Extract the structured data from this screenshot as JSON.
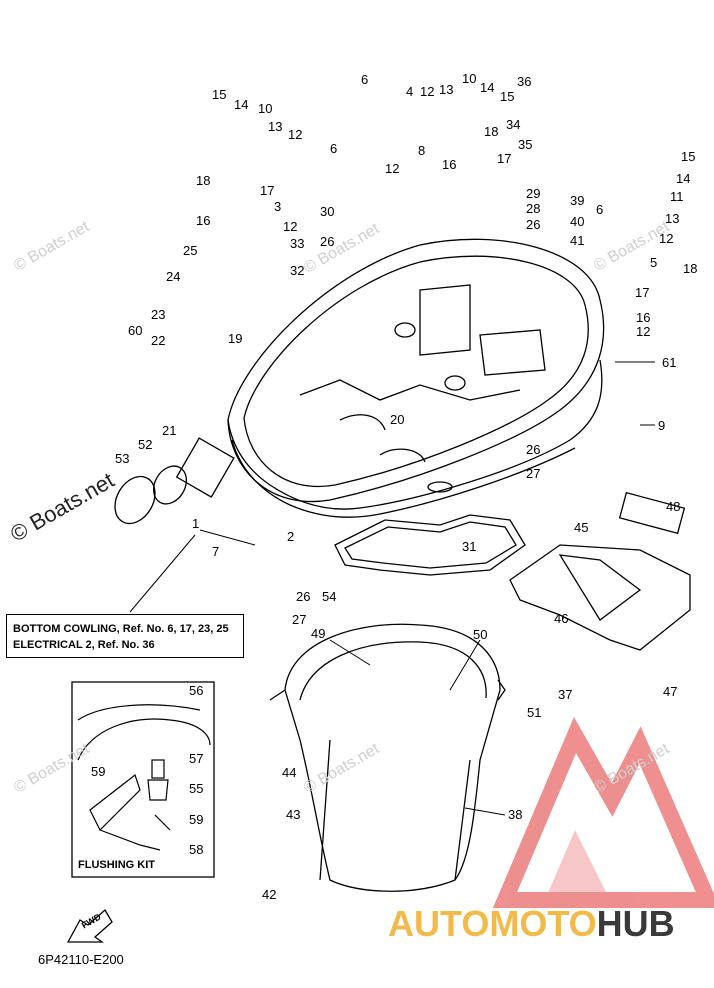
{
  "watermarks": {
    "site": "© Boats.net",
    "site_big": "© Boats.net"
  },
  "note_box": {
    "line1": "BOTTOM COWLING,  Ref. No. 6, 17, 23, 25",
    "line2": "ELECTRICAL 2,  Ref. No. 36"
  },
  "flushing_kit": {
    "label": "FLUSHING KIT"
  },
  "part_code": "6P42110-E200",
  "fwd_label": "FWD",
  "logo": {
    "text_a": "AUTOMOTO",
    "text_b": "HUB",
    "colors": {
      "triangle": "#e96a6a",
      "text_a": "#f2b94b",
      "text_b": "#3a3a3a"
    }
  },
  "callouts": {
    "c1": "1",
    "c2": "2",
    "c3": "3",
    "c4": "4",
    "c5": "5",
    "c6a": "6",
    "c6b": "6",
    "c6c": "6",
    "c7": "7",
    "c8": "8",
    "c9": "9",
    "c10a": "10",
    "c10b": "10",
    "c11": "11",
    "c12a": "12",
    "c12b": "12",
    "c12c": "12",
    "c12d": "12",
    "c12e": "12",
    "c12f": "12",
    "c13a": "13",
    "c13b": "13",
    "c13c": "13",
    "c14a": "14",
    "c14b": "14",
    "c14c": "14",
    "c15a": "15",
    "c15b": "15",
    "c15c": "15",
    "c16a": "16",
    "c16b": "16",
    "c16c": "16",
    "c17a": "17",
    "c17b": "17",
    "c17c": "17",
    "c18a": "18",
    "c18b": "18",
    "c18c": "18",
    "c19": "19",
    "c20": "20",
    "c21": "21",
    "c22": "22",
    "c23": "23",
    "c24": "24",
    "c25": "25",
    "c26a": "26",
    "c26b": "26",
    "c26c": "26",
    "c26d": "26",
    "c27a": "27",
    "c27b": "27",
    "c28": "28",
    "c29": "29",
    "c30": "30",
    "c31": "31",
    "c32": "32",
    "c33": "33",
    "c34": "34",
    "c35": "35",
    "c36": "36",
    "c37": "37",
    "c38": "38",
    "c39": "39",
    "c40": "40",
    "c41": "41",
    "c42": "42",
    "c43": "43",
    "c44": "44",
    "c45": "45",
    "c46": "46",
    "c47": "47",
    "c48": "48",
    "c49": "49",
    "c50": "50",
    "c51": "51",
    "c52": "52",
    "c53": "53",
    "c54": "54",
    "c55": "55",
    "c56": "56",
    "c57": "57",
    "c58": "58",
    "c59a": "59",
    "c59b": "59",
    "c60": "60",
    "c61": "61"
  }
}
